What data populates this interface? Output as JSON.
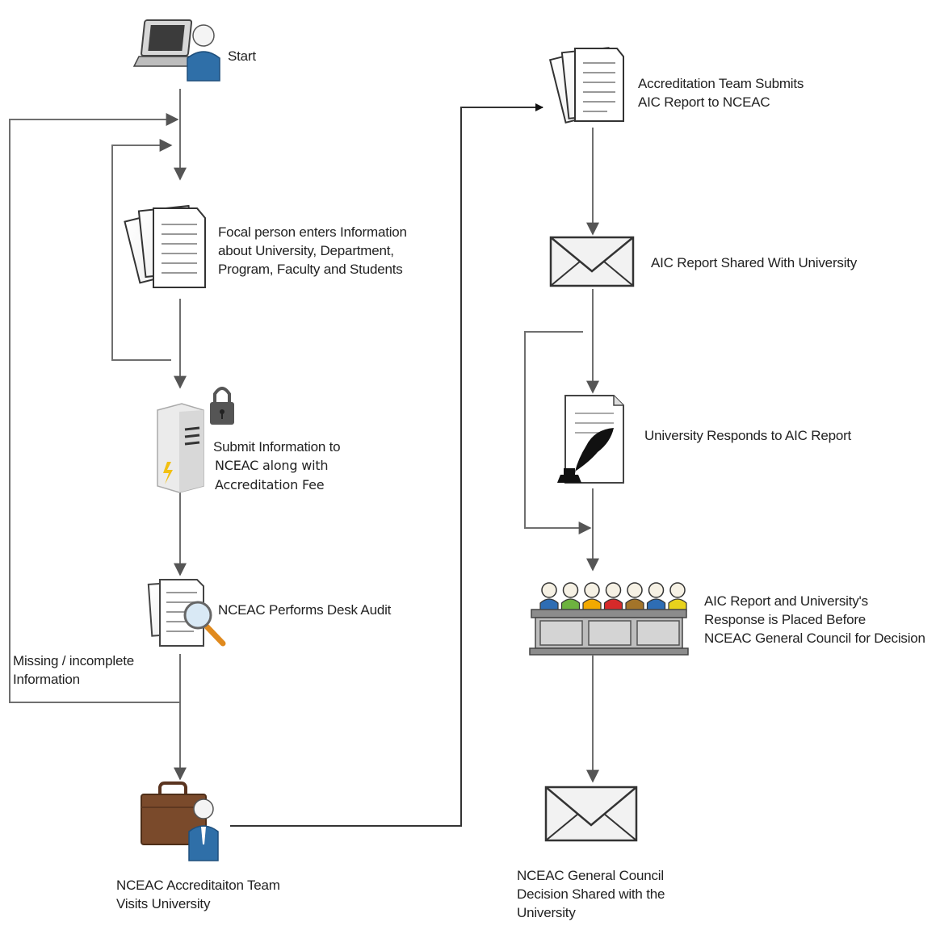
{
  "steps": {
    "start": "Start",
    "enter_info": "Focal person enters Information\nabout University, Department,\nProgram, Faculty and Students",
    "submit_info_1": "Submit Information to",
    "submit_info_2": "NCEAC along with\nAccreditation Fee",
    "desk_audit": "NCEAC Performs Desk Audit",
    "missing": "Missing / incomplete\nInformation",
    "team_visit": "NCEAC Accreditaiton Team\nVisits University",
    "submit_report": "Accreditation Team Submits\nAIC  Report to NCEAC",
    "report_shared": "AIC Report  Shared With University",
    "university_responds": "University Responds to AIC Report",
    "placed_before_council": "AIC Report and University's\nResponse is Placed Before\nNCEAC General Council for Decision",
    "decision_shared": "NCEAC General Council\nDecision Shared with the\nUniversity"
  },
  "icons": {
    "start": "user-at-laptop-icon",
    "enter_info": "documents-icon",
    "submit_info": "secure-server-icon",
    "desk_audit": "document-magnifier-icon",
    "team_visit": "briefcase-person-icon",
    "submit_report": "documents-icon",
    "report_shared": "envelope-icon",
    "university_responds": "document-quill-icon",
    "placed_before_council": "council-bench-icon",
    "decision_shared": "envelope-icon"
  },
  "colors": {
    "line": "#6f6f6f",
    "person_blue": "#2f6fa8",
    "briefcase_brown": "#7a4a2b",
    "council": [
      "#2e6db4",
      "#6db33f",
      "#f2a900",
      "#d62a2a",
      "#a3742a",
      "#2e6db4",
      "#e8d21c"
    ]
  }
}
